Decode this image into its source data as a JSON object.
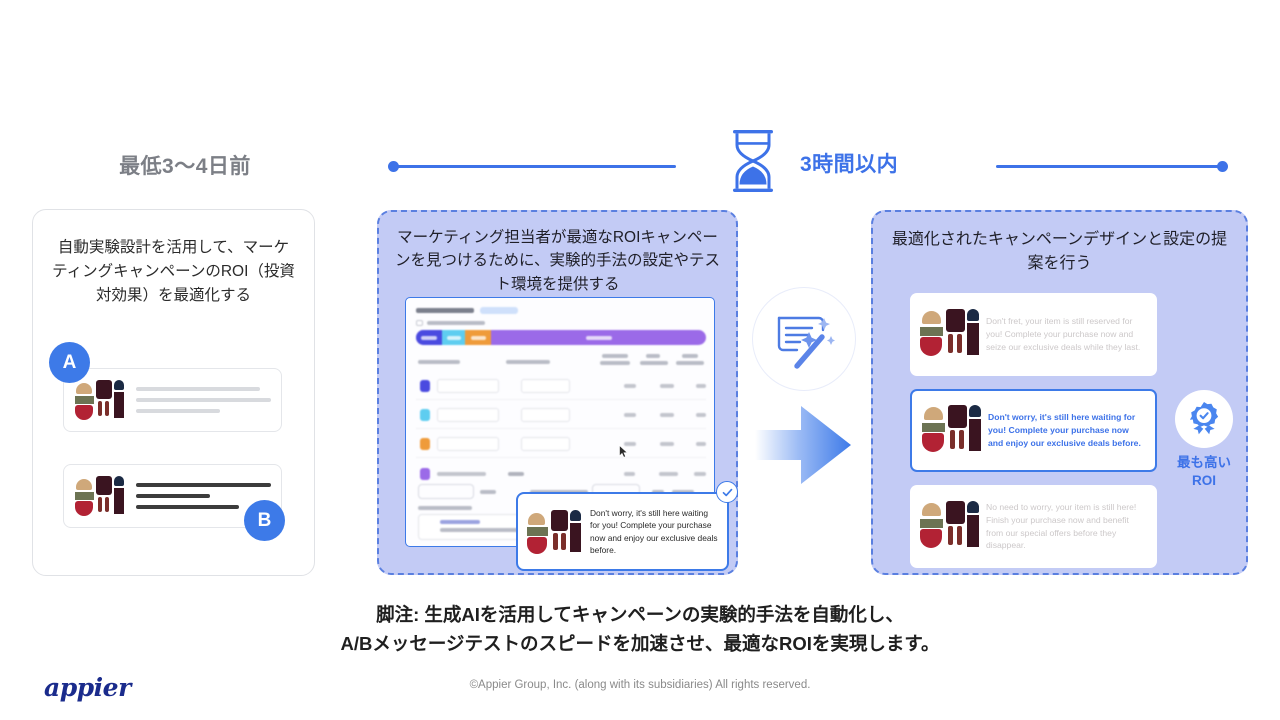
{
  "timeline": {
    "left_phase_label": "最低3〜4日前",
    "right_phase_label": "3時間以内",
    "hourglass_icon": "hourglass-icon",
    "line_color": "#3d72e8"
  },
  "left_panel": {
    "title": "自動実験設計を活用して、マーケティングキャンペーンのROI（投資対効果）を最適化する",
    "badge_a": "A",
    "badge_b": "B",
    "card_a_name": "variant-card-a",
    "card_b_name": "variant-card-b"
  },
  "middle_panel": {
    "heading": "マーケティング担当者が最適なROIキャンペーンを見つけるために、実験的手法の設定やテスト環境を提供する",
    "tooltip_text": "Don't worry, it's still here waiting for you! Complete your purchase now and enjoy our exclusive deals before.",
    "check_icon": "check-circle-icon",
    "mockup_label": "variant-settings-mockup"
  },
  "center": {
    "magic_icon": "magic-wand-document-icon",
    "arrow_icon": "right-arrow-icon"
  },
  "right_panel": {
    "heading": "最適化されたキャンペーンデザインと設定の提案を行う",
    "cards": [
      {
        "text": "Don't fret, your item is still reserved for you! Complete your purchase now and seize our exclusive deals while they last.",
        "state": "faded"
      },
      {
        "text": "Don't worry, it's still here waiting for you! Complete your purchase now and enjoy our exclusive deals before.",
        "state": "active"
      },
      {
        "text": "No need to worry, your item is still here! Finish your purchase now and benefit from our special offers before they disappear.",
        "state": "faded"
      }
    ],
    "roi_badge_icon": "award-ribbon-check-icon",
    "roi_label": "最も高い\nROI",
    "roi_label_line1": "最も高い",
    "roi_label_line2": "ROI"
  },
  "footer": {
    "footnote_line1": "脚注: 生成AIを活用してキャンペーンの実験的手法を自動化し、",
    "footnote_line2": "A/Bメッセージテストのスピードを加速させ、最適なROIを実現します。",
    "copyright": "©Appier Group, Inc. (along with its subsidiaries) All rights reserved.",
    "logo_text": "appier"
  },
  "colors": {
    "brand_blue": "#3d72e8",
    "panel_fill": "#c3cbf5",
    "panel_border": "#5a7fe0",
    "logo_navy": "#1a2b8c",
    "gray_label": "#7c7f86"
  }
}
